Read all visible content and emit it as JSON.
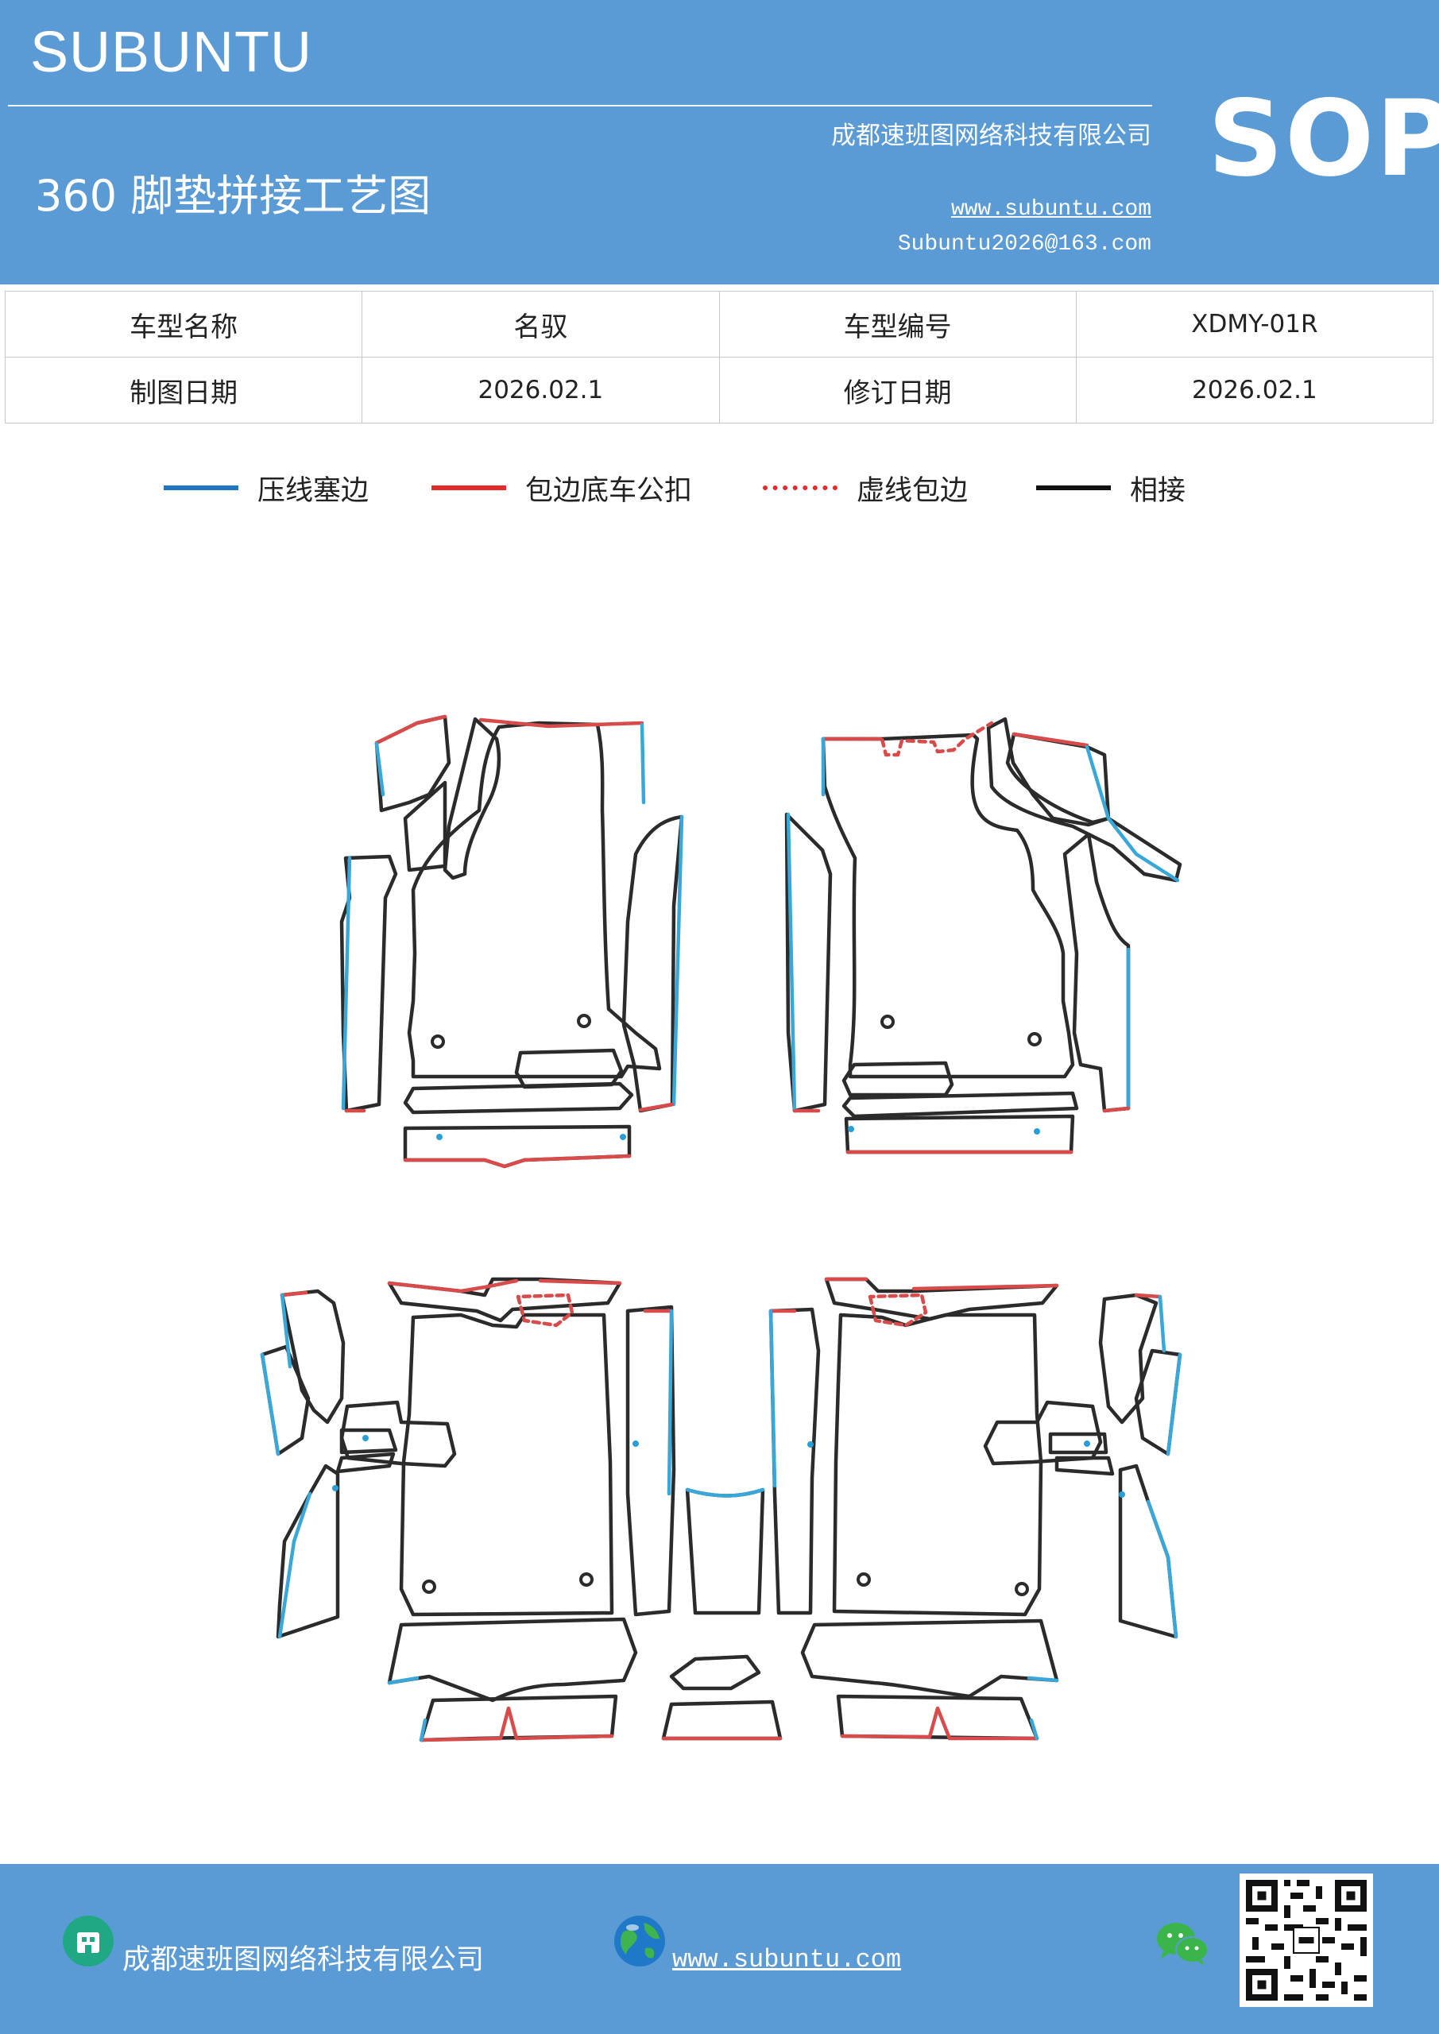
{
  "header": {
    "brand": "SUBUNTU",
    "title": "360 脚垫拼接工艺图",
    "company": "成都速班图网络科技有限公司",
    "website": "www.subuntu.com",
    "email": "Subuntu2026@163.com",
    "badge": "SOP"
  },
  "info_table": {
    "rows": [
      {
        "label1": "车型名称",
        "value1": "名驭",
        "label2": "车型编号",
        "value2": "XDMY-01R"
      },
      {
        "label1": "制图日期",
        "value1": "2026.02.1",
        "label2": "修订日期",
        "value2": "2026.02.1"
      }
    ]
  },
  "legend": [
    {
      "label": "压线塞边",
      "color": "#1f77c4",
      "style": "solid"
    },
    {
      "label": "包边底车公扣",
      "color": "#e32b2b",
      "style": "solid"
    },
    {
      "label": "虚线包边",
      "color": "#e32b2b",
      "style": "dashed"
    },
    {
      "label": "相接",
      "color": "#111111",
      "style": "solid"
    }
  ],
  "diagram": {
    "colors": {
      "press": "#3aa7d9",
      "wrap": "#d84b4b",
      "joint": "#2b2b2b",
      "dot": "#2a9fd6"
    }
  },
  "footer": {
    "company": "成都速班图网络科技有限公司",
    "website": "www.subuntu.com",
    "icons": [
      "building-icon",
      "globe-icon",
      "wechat-icon",
      "qr-code"
    ]
  }
}
